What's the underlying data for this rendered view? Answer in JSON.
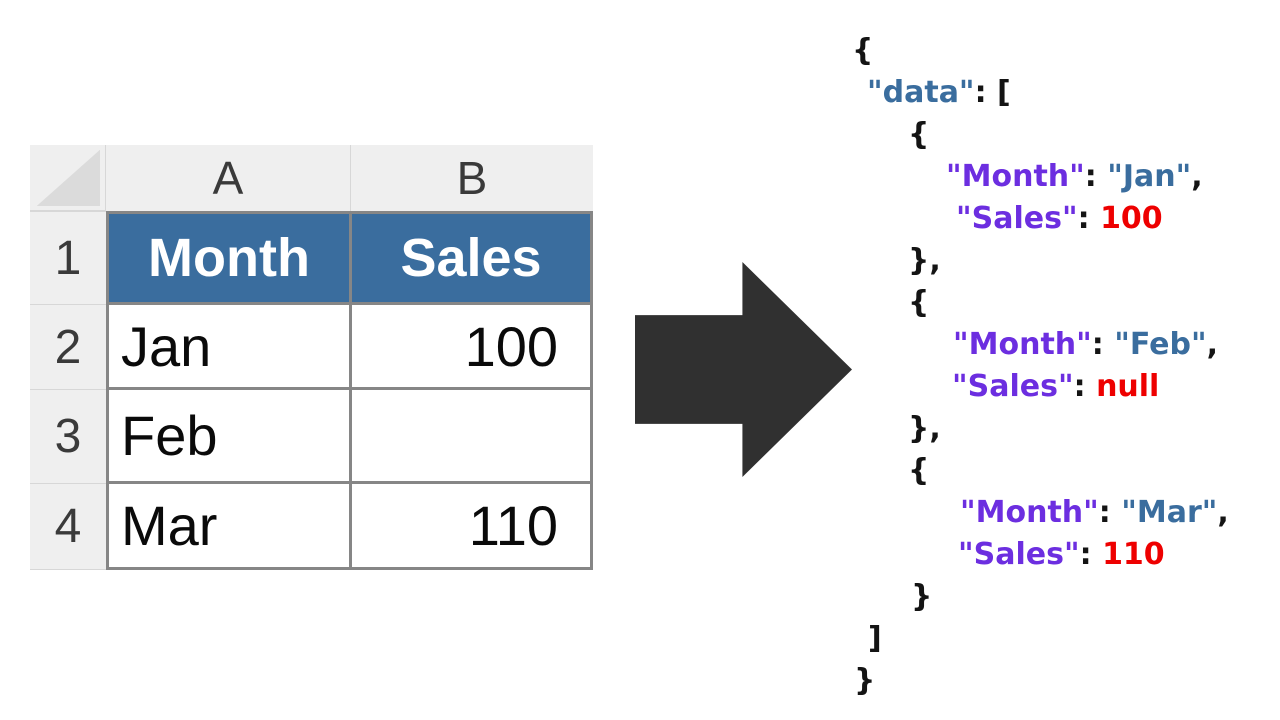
{
  "spreadsheet": {
    "column_headers": [
      "A",
      "B"
    ],
    "row_numbers": [
      "1",
      "2",
      "3",
      "4"
    ],
    "header_row": [
      "Month",
      "Sales"
    ],
    "data_rows": [
      [
        "Jan",
        "100"
      ],
      [
        "Feb",
        ""
      ],
      [
        "Mar",
        "110"
      ]
    ],
    "header_bg": "#3A6D9E"
  },
  "arrow": {
    "direction": "right",
    "color": "#303030"
  },
  "code": {
    "colors": {
      "blue": "#3A6D9E",
      "purple": "#6C2EE0",
      "red": "#EE0000",
      "punct": "#141414"
    },
    "lines": [
      {
        "indent": 0,
        "tokens": [
          {
            "text": "{",
            "color": "punct"
          }
        ]
      },
      {
        "indent": 15,
        "tokens": [
          {
            "text": "\"data\"",
            "color": "blue"
          },
          {
            "text": ": [",
            "color": "punct"
          }
        ]
      },
      {
        "indent": 56,
        "tokens": [
          {
            "text": "{",
            "color": "punct"
          }
        ]
      },
      {
        "indent": 94,
        "tokens": [
          {
            "text": "\"Month\"",
            "color": "purple"
          },
          {
            "text": ": ",
            "color": "punct"
          },
          {
            "text": "\"Jan\"",
            "color": "blue"
          },
          {
            "text": ",",
            "color": "punct"
          }
        ]
      },
      {
        "indent": 104,
        "tokens": [
          {
            "text": "\"Sales\"",
            "color": "purple"
          },
          {
            "text": ": ",
            "color": "punct"
          },
          {
            "text": "100",
            "color": "red"
          }
        ]
      },
      {
        "indent": 56,
        "tokens": [
          {
            "text": "},",
            "color": "punct"
          }
        ]
      },
      {
        "indent": 56,
        "tokens": [
          {
            "text": "{",
            "color": "punct"
          }
        ]
      },
      {
        "indent": 101,
        "tokens": [
          {
            "text": "\"Month\"",
            "color": "purple"
          },
          {
            "text": ": ",
            "color": "punct"
          },
          {
            "text": "\"Feb\"",
            "color": "blue"
          },
          {
            "text": ",",
            "color": "punct"
          }
        ]
      },
      {
        "indent": 100,
        "tokens": [
          {
            "text": "\"Sales\"",
            "color": "purple"
          },
          {
            "text": ": ",
            "color": "punct"
          },
          {
            "text": "null",
            "color": "red"
          }
        ]
      },
      {
        "indent": 56,
        "tokens": [
          {
            "text": "},",
            "color": "punct"
          }
        ]
      },
      {
        "indent": 56,
        "tokens": [
          {
            "text": "{",
            "color": "punct"
          }
        ]
      },
      {
        "indent": 108,
        "tokens": [
          {
            "text": "\"Month\"",
            "color": "purple"
          },
          {
            "text": ": ",
            "color": "punct"
          },
          {
            "text": "\"Mar\"",
            "color": "blue"
          },
          {
            "text": ",",
            "color": "punct"
          }
        ]
      },
      {
        "indent": 106,
        "tokens": [
          {
            "text": "\"Sales\"",
            "color": "purple"
          },
          {
            "text": ": ",
            "color": "punct"
          },
          {
            "text": "110",
            "color": "red"
          }
        ]
      },
      {
        "indent": 59,
        "tokens": [
          {
            "text": "}",
            "color": "punct"
          }
        ]
      },
      {
        "indent": 16,
        "tokens": [
          {
            "text": "]",
            "color": "punct"
          }
        ]
      },
      {
        "indent": 2,
        "tokens": [
          {
            "text": "}",
            "color": "punct"
          }
        ]
      }
    ]
  }
}
